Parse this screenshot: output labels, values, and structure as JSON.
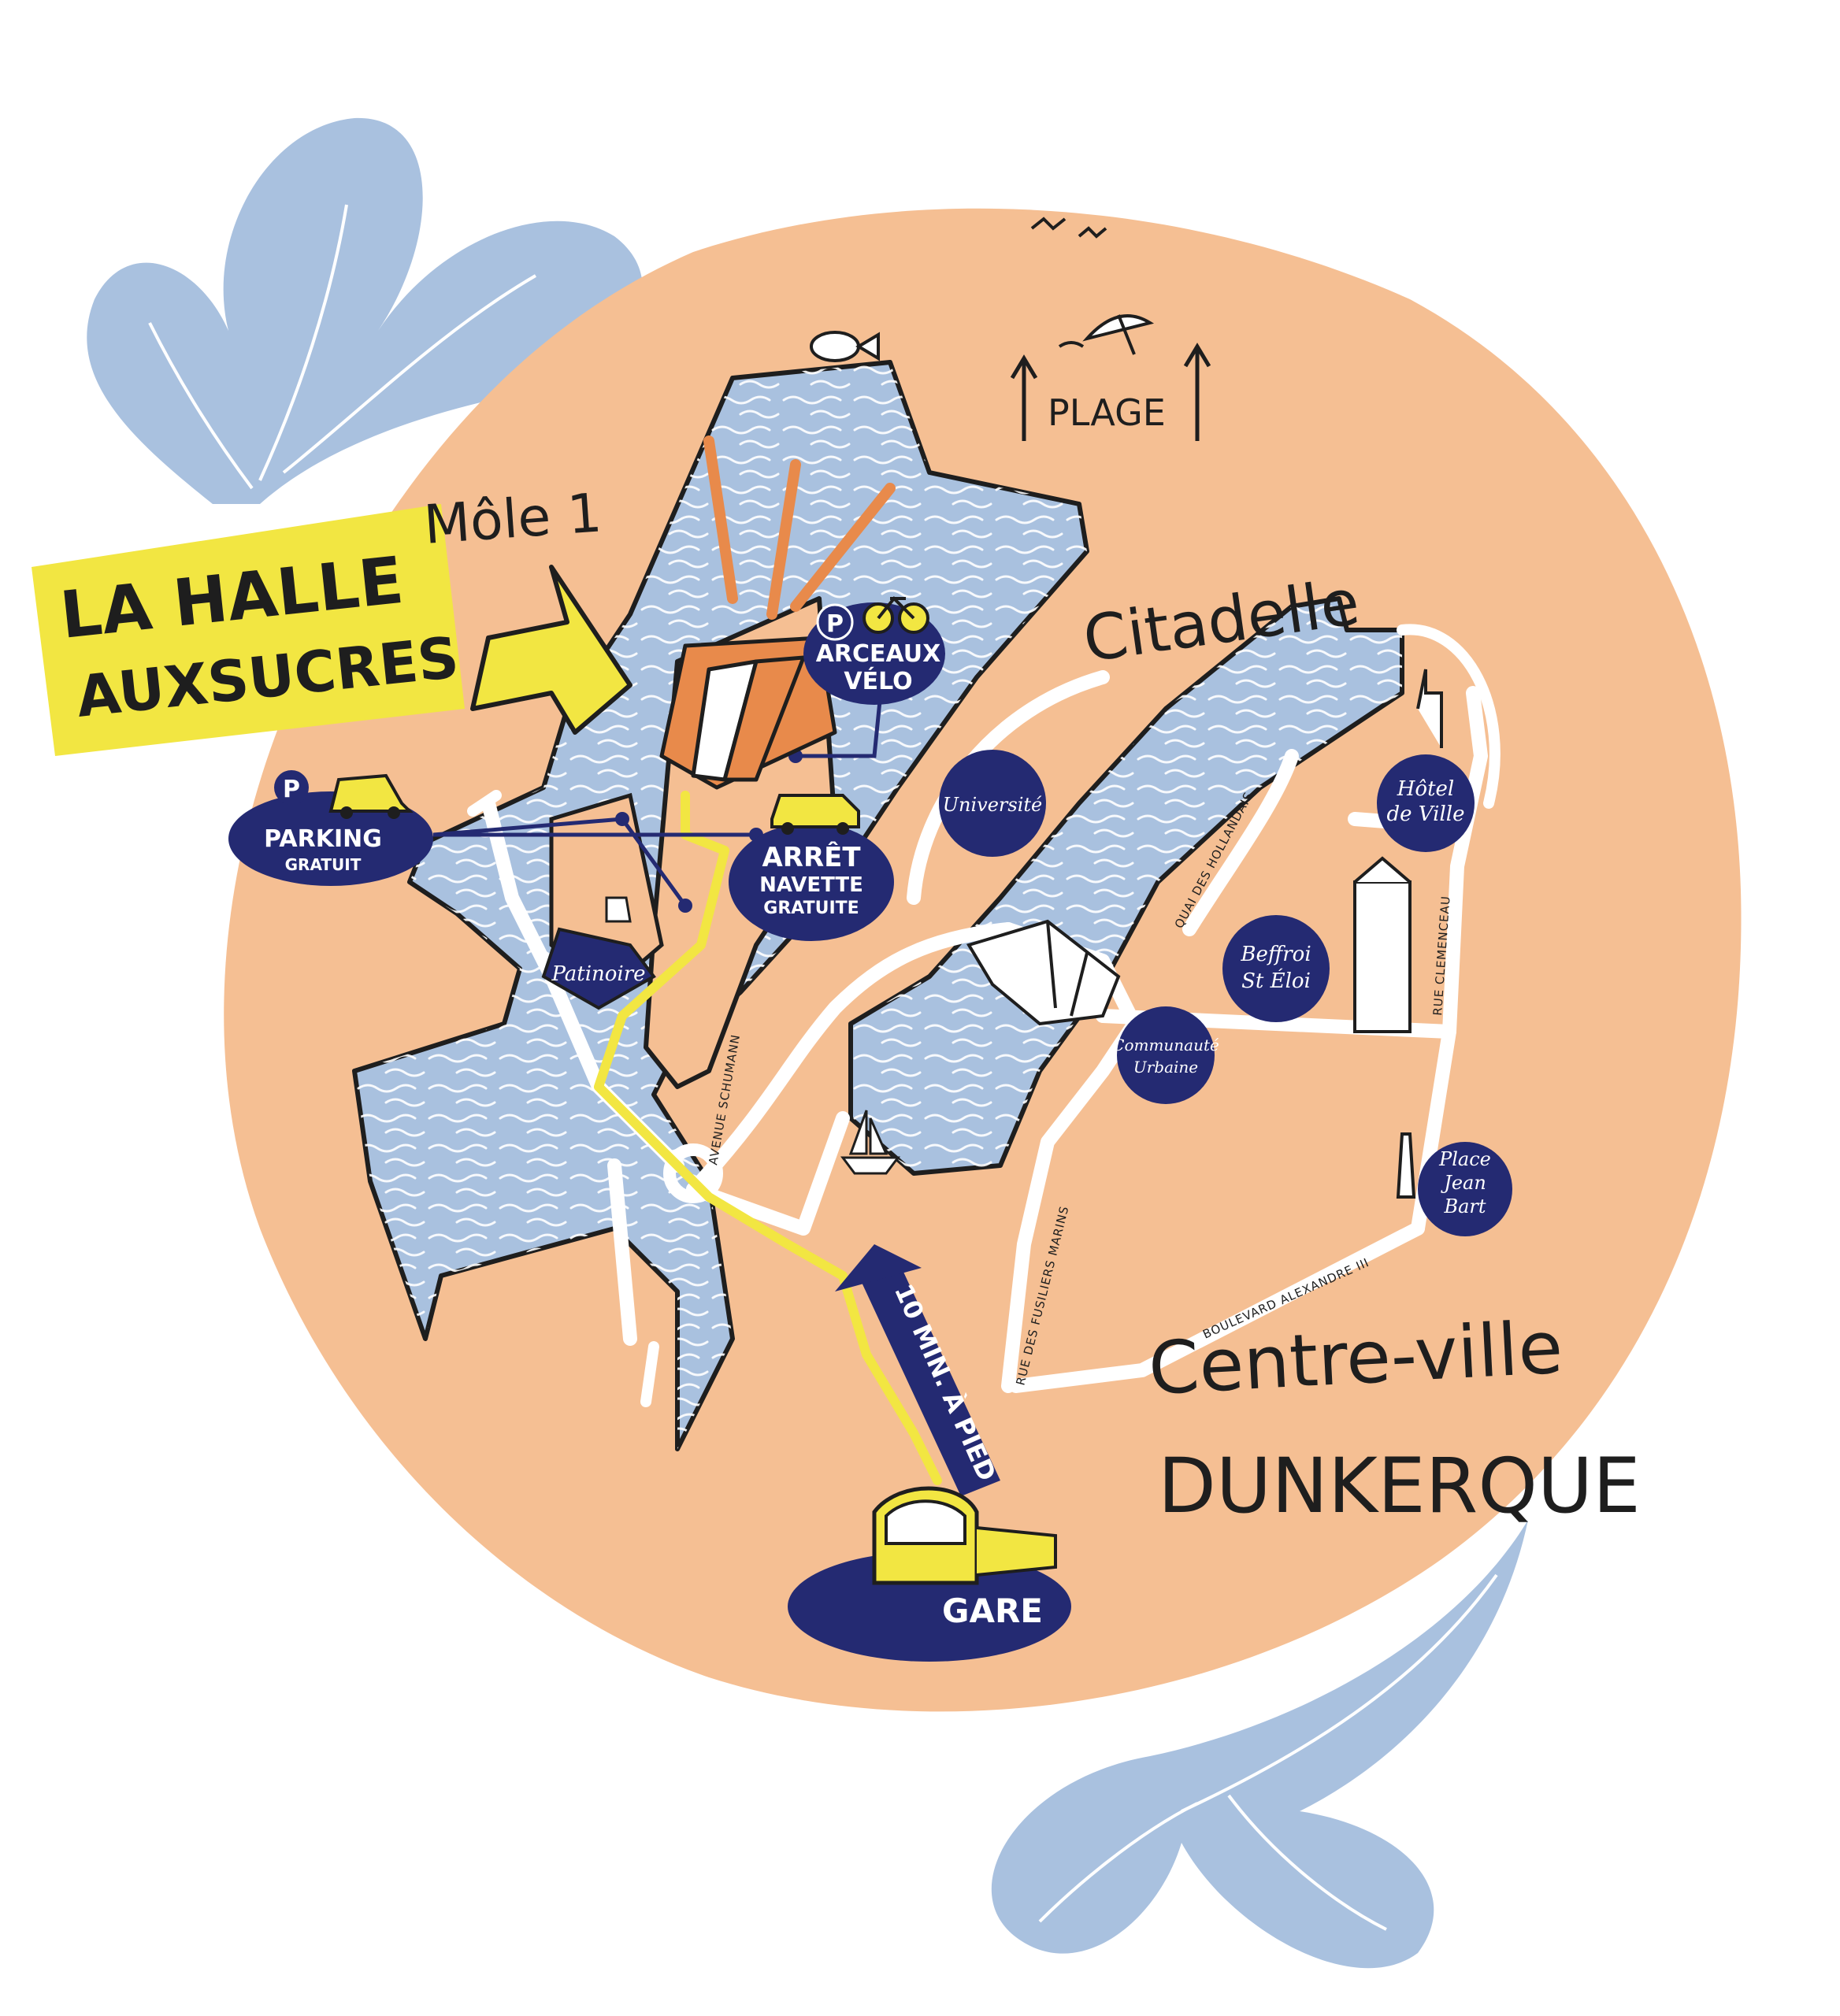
{
  "map": {
    "colors": {
      "land": "#f5bf93",
      "water": "#a9c1df",
      "navy": "#242a72",
      "yellow": "#f2e642",
      "orange": "#e88a4b",
      "road": "#ffffff",
      "ink": "#1e1e1e"
    },
    "title": {
      "line1": "LA HALLE",
      "line2": "AUXSUCRES"
    },
    "mole": "Môle 1",
    "plage": "PLAGE",
    "citadelle": "Citadelle",
    "centre": {
      "line1": "Centre-ville",
      "line2": "DUNKERQUE"
    },
    "walk_arrow": "10 MIN. À PIED",
    "gare": "GARE",
    "bike": {
      "p": "P",
      "line1": "ARCEAUX",
      "line2": "VÉLO"
    },
    "parking": {
      "p": "P",
      "line1": "PARKING",
      "line2": "GRATUIT"
    },
    "navette": {
      "line1": "ARRÊT",
      "line2": "NAVETTE",
      "line3": "GRATUITE"
    },
    "places": {
      "patinoire": "Patinoire",
      "universite": "Université",
      "hotel_de_ville": {
        "line1": "Hôtel",
        "line2": "de Ville"
      },
      "beffroi": {
        "line1": "Beffroi",
        "line2": "St Éloi"
      },
      "communaute": {
        "line1": "Communauté",
        "line2": "Urbaine"
      },
      "jean_bart": {
        "line1": "Place",
        "line2": "Jean",
        "line3": "Bart"
      }
    },
    "streets": {
      "schumann": "AVENUE SCHUMANN",
      "hollandais": "QUAI DES HOLLANDAIS",
      "clemenceau": "RUE CLEMENCEAU",
      "fusiliers": "RUE DES FUSILIERS MARINS",
      "alexandre": "BOULEVARD ALEXANDRE III"
    }
  }
}
